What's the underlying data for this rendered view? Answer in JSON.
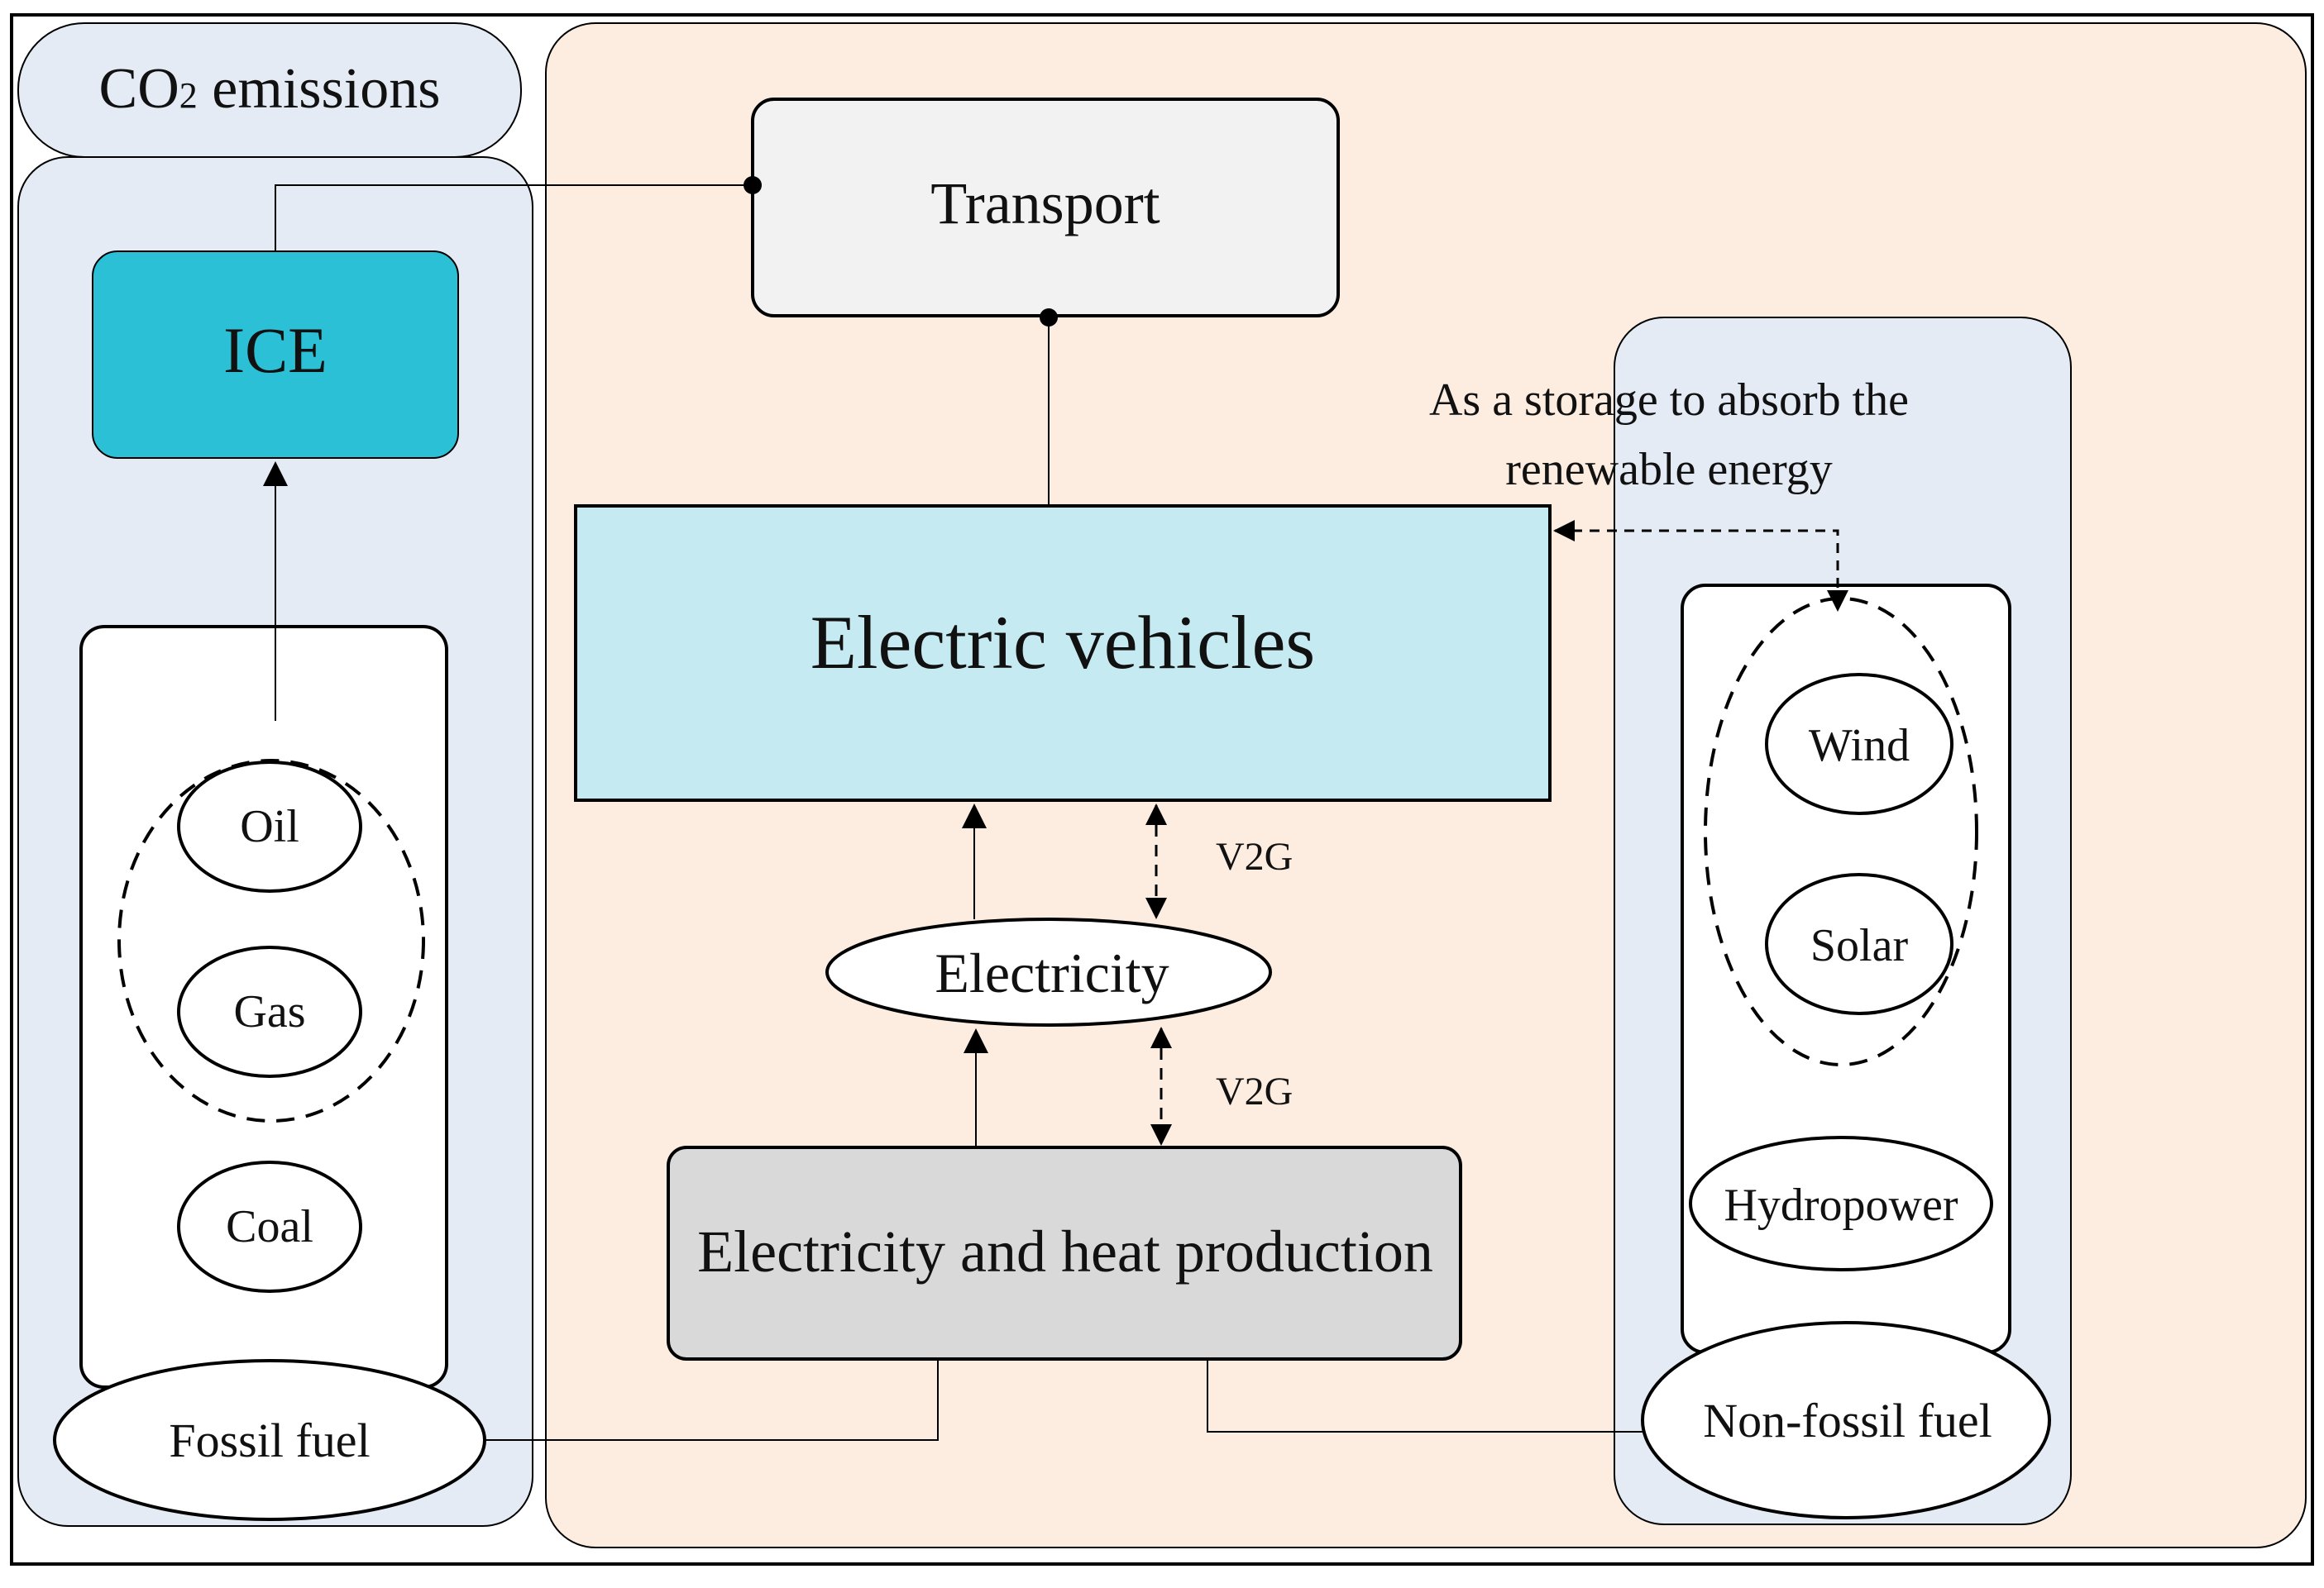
{
  "title": {
    "main": "CO",
    "sub": "2",
    "rest": " emissions"
  },
  "boxes": {
    "transport": "Transport",
    "ice": "ICE",
    "ev": "Electric vehicles",
    "production": "Electricity and heat production"
  },
  "fossil": {
    "oil": "Oil",
    "gas": "Gas",
    "coal": "Coal",
    "label": "Fossil fuel"
  },
  "renewable": {
    "wind": "Wind",
    "solar": "Solar",
    "hydro": "Hydropower",
    "label": "Non-fossil fuel"
  },
  "electricity": "Electricity",
  "v2g_upper": "V2G",
  "v2g_lower": "V2G",
  "storage_note": {
    "line1": "As a storage to absorb the",
    "line2": "renewable energy"
  },
  "colors": {
    "left_panel": "#e4ebf5",
    "center_panel": "#fdede1",
    "ice_box": "#2bc0d6",
    "ev_box": "#c5eaf1",
    "transport_box": "#f2f2f2",
    "production_box": "#d9d9d9",
    "title_bubble": "#e4ebf5"
  }
}
